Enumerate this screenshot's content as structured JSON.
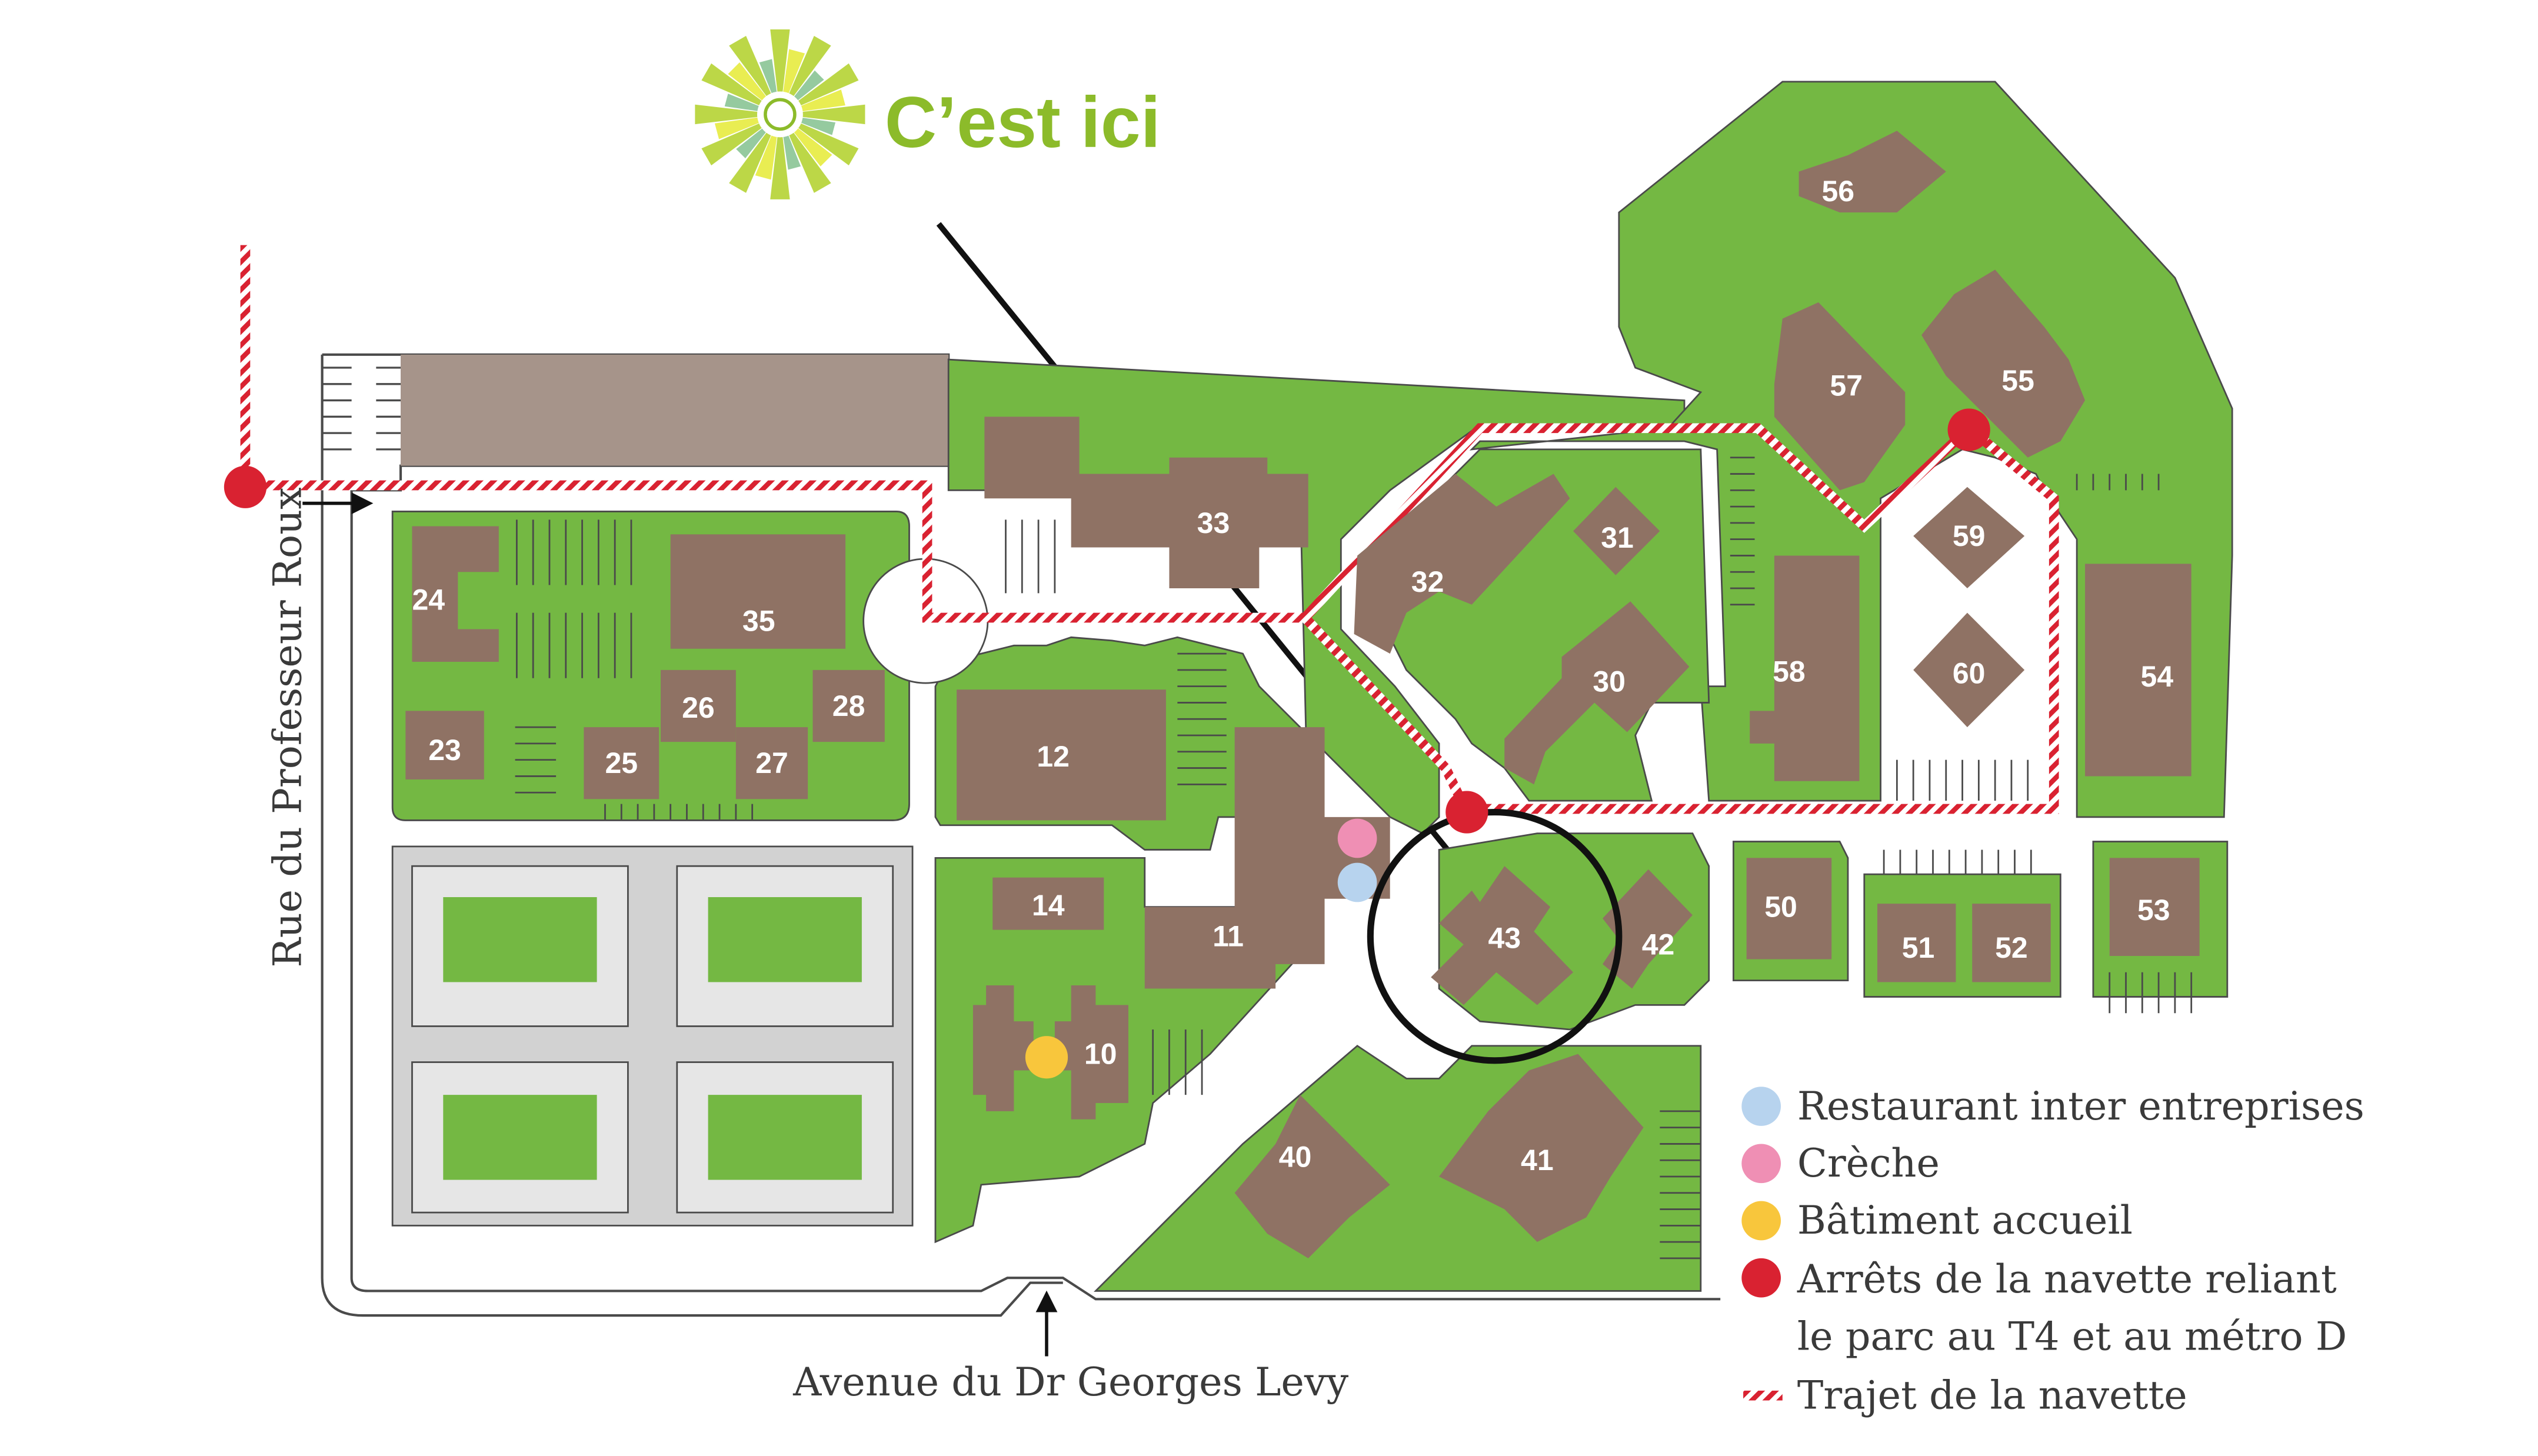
{
  "logo": {
    "text": "C’est ici",
    "color": "#8cbb2a",
    "icon": "sunburst-logo-icon"
  },
  "streets": {
    "left": "Rue du Professeur Roux",
    "bottom": "Avenue du Dr Georges Levy"
  },
  "colors": {
    "park": "#74b843",
    "building": "#8f7264",
    "road": "#ffffff",
    "shuttle": "#d92231",
    "lot": "#d2d2d2",
    "land": "#a6948a"
  },
  "buildings": {
    "b10": "10",
    "b11": "11",
    "b12": "12",
    "b14": "14",
    "b23": "23",
    "b24": "24",
    "b25": "25",
    "b26": "26",
    "b27": "27",
    "b28": "28",
    "b30": "30",
    "b31": "31",
    "b32": "32",
    "b33": "33",
    "b35": "35",
    "b40": "40",
    "b41": "41",
    "b42": "42",
    "b43": "43",
    "b50": "50",
    "b51": "51",
    "b52": "52",
    "b53": "53",
    "b54": "54",
    "b55": "55",
    "b56": "56",
    "b57": "57",
    "b58": "58",
    "b59": "59",
    "b60": "60"
  },
  "legend": {
    "restaurant": {
      "label": "Restaurant inter entreprises",
      "color": "#b7d3ee"
    },
    "creche": {
      "label": "Crèche",
      "color": "#ef8fb4"
    },
    "accueil": {
      "label": "Bâtiment accueil",
      "color": "#f8c63c"
    },
    "stops": {
      "line1": "Arrêts de la navette reliant",
      "line2": "le parc au T4 et au métro D",
      "color": "#d92231"
    },
    "route": {
      "label": "Trajet de la navette"
    }
  }
}
